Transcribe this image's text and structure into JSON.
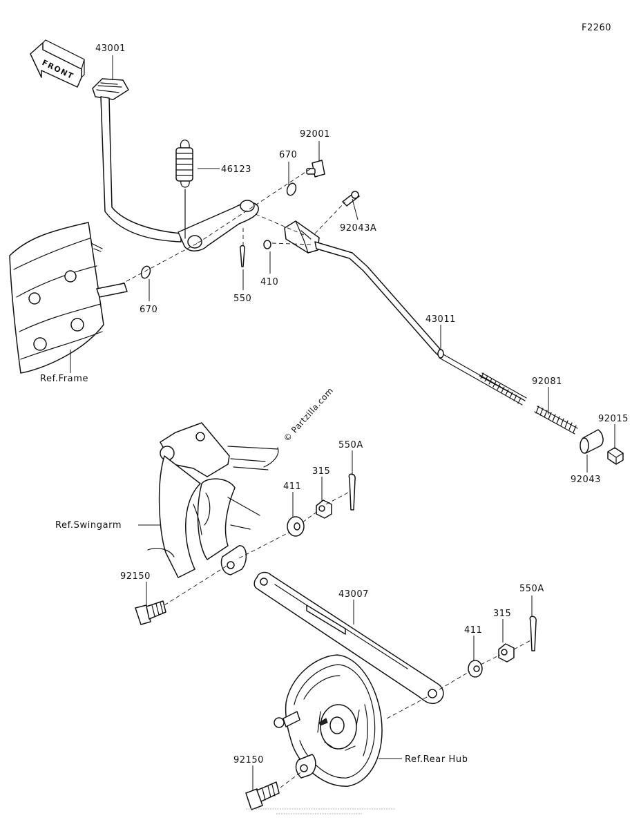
{
  "diagram_id": "F2260",
  "front_label": "FRONT",
  "watermark": "© Partzilla.com",
  "copyright_line_1": "",
  "copyright_line_2": "",
  "parts": [
    {
      "id": "p43001",
      "label": "43001"
    },
    {
      "id": "p46123",
      "label": "46123"
    },
    {
      "id": "p670a",
      "label": "670"
    },
    {
      "id": "p92001",
      "label": "92001"
    },
    {
      "id": "p92043A",
      "label": "92043A"
    },
    {
      "id": "p410",
      "label": "410"
    },
    {
      "id": "p550",
      "label": "550"
    },
    {
      "id": "p670b",
      "label": "670"
    },
    {
      "id": "p43011",
      "label": "43011"
    },
    {
      "id": "p92081",
      "label": "92081"
    },
    {
      "id": "p92015",
      "label": "92015"
    },
    {
      "id": "p92043",
      "label": "92043"
    },
    {
      "id": "p550A_1",
      "label": "550A"
    },
    {
      "id": "p315_1",
      "label": "315"
    },
    {
      "id": "p411_1",
      "label": "411"
    },
    {
      "id": "p92150_1",
      "label": "92150"
    },
    {
      "id": "p43007",
      "label": "43007"
    },
    {
      "id": "p550A_2",
      "label": "550A"
    },
    {
      "id": "p315_2",
      "label": "315"
    },
    {
      "id": "p411_2",
      "label": "411"
    },
    {
      "id": "p92150_2",
      "label": "92150"
    }
  ],
  "refs": {
    "frame": "Ref.Frame",
    "swingarm": "Ref.Swingarm",
    "rear_hub": "Ref.Rear Hub"
  }
}
